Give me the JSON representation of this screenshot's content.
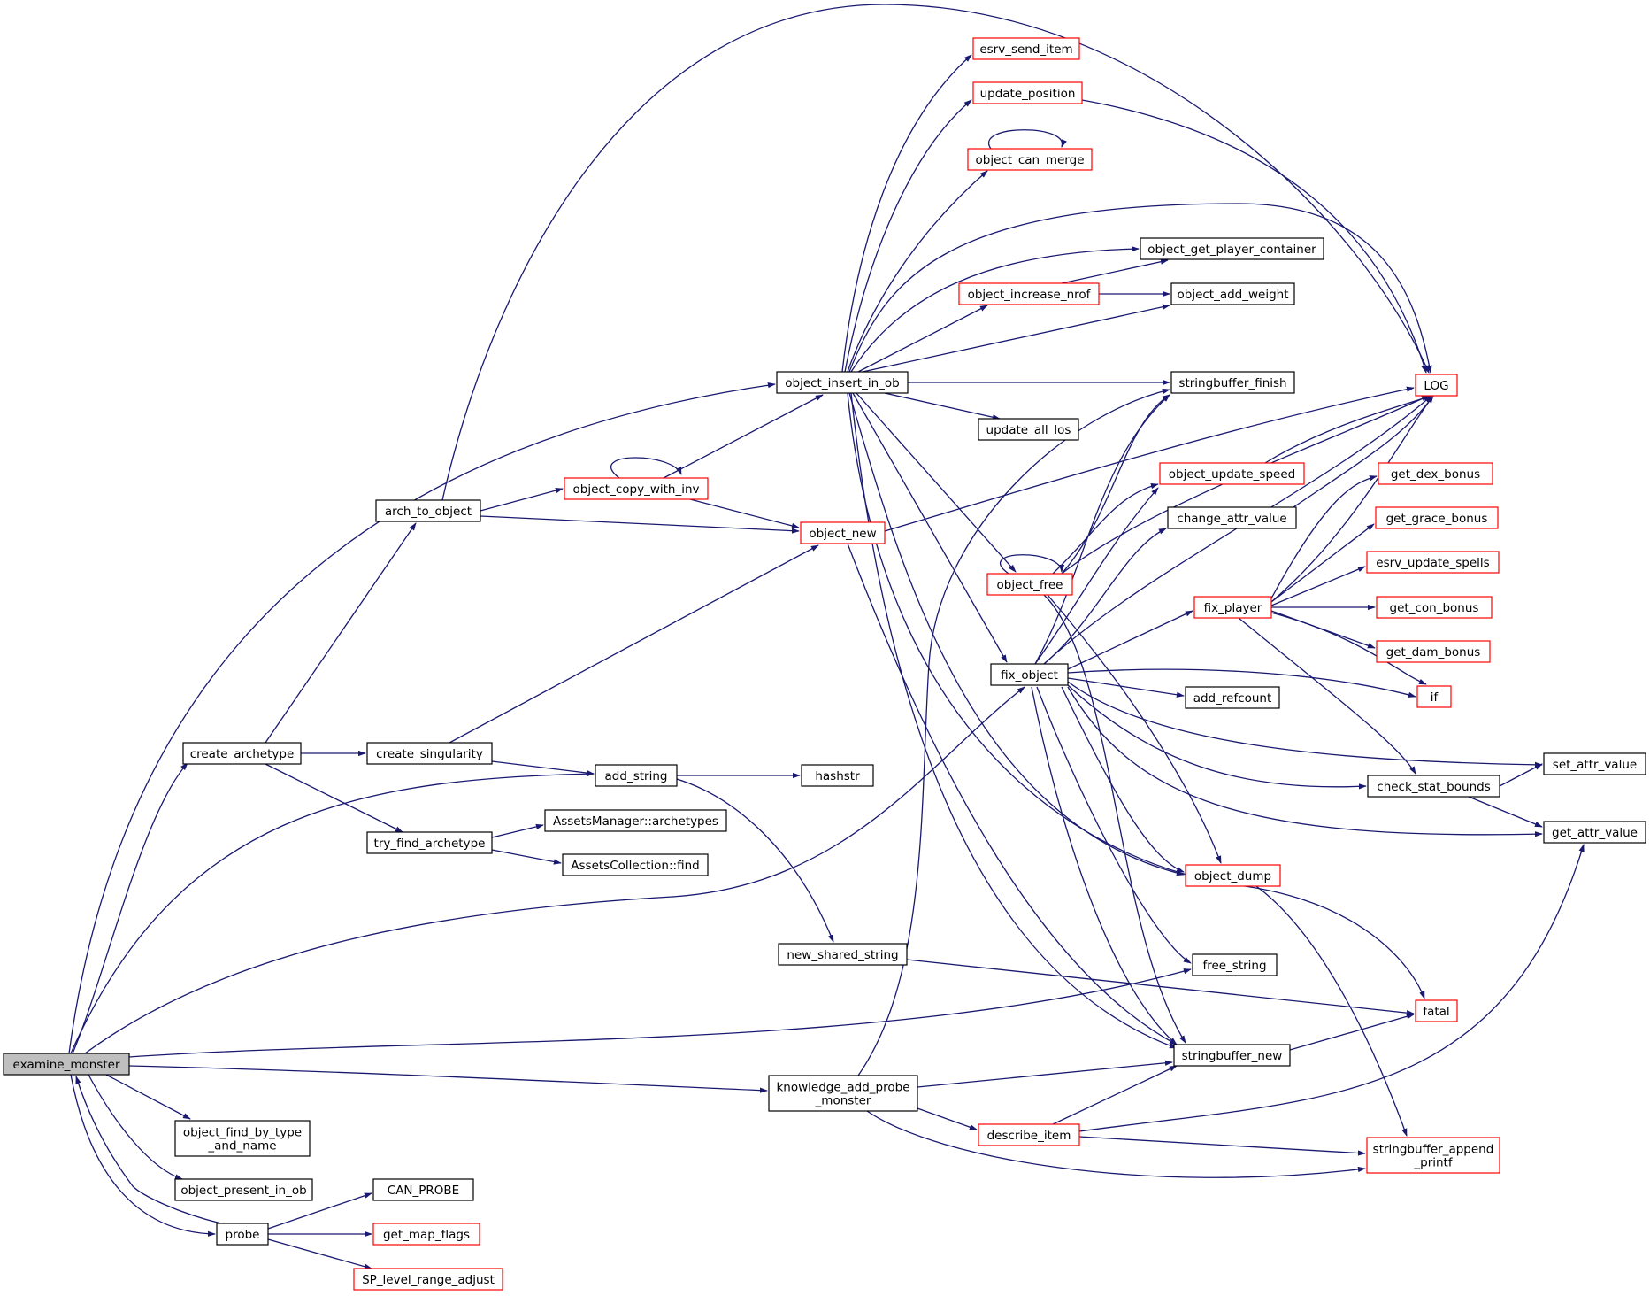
{
  "graph": {
    "edge_color": "#191970",
    "node_border_default": "#000000",
    "node_border_incomplete": "#ff0000",
    "root_fill": "#bfbfbf",
    "nodes": {
      "examine_monster": {
        "lines": [
          "examine_monster"
        ],
        "root": true
      },
      "create_archetype": {
        "lines": [
          "create_archetype"
        ]
      },
      "arch_to_object": {
        "lines": [
          "arch_to_object"
        ]
      },
      "object_copy_with_inv": {
        "lines": [
          "object_copy_with_inv"
        ],
        "red": true
      },
      "object_new": {
        "lines": [
          "object_new"
        ],
        "red": true
      },
      "object_insert_in_ob": {
        "lines": [
          "object_insert_in_ob"
        ]
      },
      "create_singularity": {
        "lines": [
          "create_singularity"
        ]
      },
      "add_string": {
        "lines": [
          "add_string"
        ]
      },
      "hashstr": {
        "lines": [
          "hashstr"
        ]
      },
      "try_find_archetype": {
        "lines": [
          "try_find_archetype"
        ]
      },
      "assets_manager_archetypes": {
        "lines": [
          "AssetsManager::archetypes"
        ]
      },
      "assets_collection_find": {
        "lines": [
          "AssetsCollection::find"
        ]
      },
      "new_shared_string": {
        "lines": [
          "new_shared_string"
        ]
      },
      "knowledge_add_probe_monster": {
        "lines": [
          "knowledge_add_probe",
          "_monster"
        ]
      },
      "describe_item": {
        "lines": [
          "describe_item"
        ],
        "red": true
      },
      "object_find_by_type_and_name": {
        "lines": [
          "object_find_by_type",
          "_and_name"
        ]
      },
      "object_present_in_ob": {
        "lines": [
          "object_present_in_ob"
        ]
      },
      "probe": {
        "lines": [
          "probe"
        ]
      },
      "can_probe": {
        "lines": [
          "CAN_PROBE"
        ]
      },
      "get_map_flags": {
        "lines": [
          "get_map_flags"
        ],
        "red": true
      },
      "sp_level_range_adjust": {
        "lines": [
          "SP_level_range_adjust"
        ],
        "red": true
      },
      "esrv_send_item": {
        "lines": [
          "esrv_send_item"
        ],
        "red": true
      },
      "update_position": {
        "lines": [
          "update_position"
        ],
        "red": true
      },
      "object_can_merge": {
        "lines": [
          "object_can_merge"
        ],
        "red": true
      },
      "object_get_player_container": {
        "lines": [
          "object_get_player_container"
        ]
      },
      "object_increase_nrof": {
        "lines": [
          "object_increase_nrof"
        ],
        "red": true
      },
      "object_add_weight": {
        "lines": [
          "object_add_weight"
        ]
      },
      "stringbuffer_finish": {
        "lines": [
          "stringbuffer_finish"
        ]
      },
      "update_all_los": {
        "lines": [
          "update_all_los"
        ]
      },
      "object_update_speed": {
        "lines": [
          "object_update_speed"
        ],
        "red": true
      },
      "change_attr_value": {
        "lines": [
          "change_attr_value"
        ]
      },
      "object_free": {
        "lines": [
          "object_free"
        ],
        "red": true
      },
      "fix_object": {
        "lines": [
          "fix_object"
        ]
      },
      "add_refcount": {
        "lines": [
          "add_refcount"
        ]
      },
      "object_dump": {
        "lines": [
          "object_dump"
        ],
        "red": true
      },
      "free_string": {
        "lines": [
          "free_string"
        ]
      },
      "stringbuffer_new": {
        "lines": [
          "stringbuffer_new"
        ]
      },
      "fatal": {
        "lines": [
          "fatal"
        ],
        "red": true
      },
      "log": {
        "lines": [
          "LOG"
        ],
        "red": true
      },
      "get_dex_bonus": {
        "lines": [
          "get_dex_bonus"
        ],
        "red": true
      },
      "get_grace_bonus": {
        "lines": [
          "get_grace_bonus"
        ],
        "red": true
      },
      "esrv_update_spells": {
        "lines": [
          "esrv_update_spells"
        ],
        "red": true
      },
      "fix_player": {
        "lines": [
          "fix_player"
        ],
        "red": true
      },
      "get_con_bonus": {
        "lines": [
          "get_con_bonus"
        ],
        "red": true
      },
      "get_dam_bonus": {
        "lines": [
          "get_dam_bonus"
        ],
        "red": true
      },
      "if_node": {
        "lines": [
          "if"
        ],
        "red": true
      },
      "check_stat_bounds": {
        "lines": [
          "check_stat_bounds"
        ]
      },
      "set_attr_value": {
        "lines": [
          "set_attr_value"
        ]
      },
      "get_attr_value": {
        "lines": [
          "get_attr_value"
        ]
      },
      "stringbuffer_append_printf": {
        "lines": [
          "stringbuffer_append",
          "_printf"
        ],
        "red": true
      }
    }
  }
}
